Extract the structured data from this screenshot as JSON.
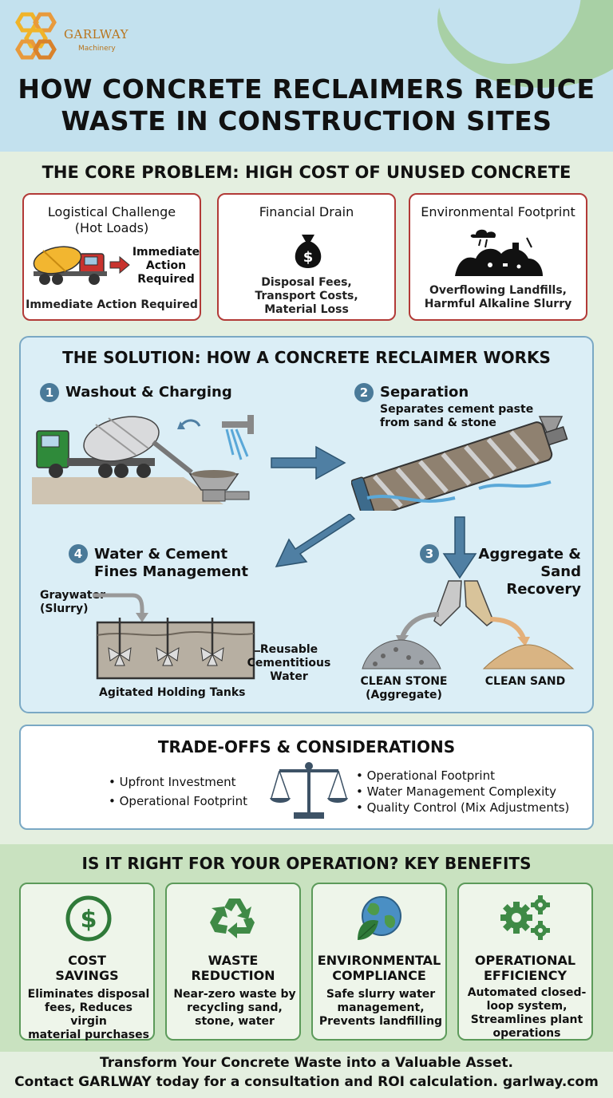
{
  "brand": {
    "name": "GARLWAY",
    "sub": "Machinery"
  },
  "title": {
    "line1": "HOW CONCRETE RECLAIMERS REDUCE",
    "line2": "WASTE IN CONSTRUCTION SITES"
  },
  "problem": {
    "heading": "THE CORE PROBLEM: HIGH COST OF UNUSED CONCRETE",
    "cards": [
      {
        "title_line1": "Logistical Challenge",
        "title_line2": "(Hot Loads)",
        "arrow_line1": "Immediate",
        "arrow_line2": "Action",
        "arrow_line3": "Required",
        "caption": "Immediate Action Required"
      },
      {
        "title": "Financial Drain",
        "line1": "Disposal Fees,",
        "line2": "Transport Costs,",
        "line3": "Material Loss",
        "icon_symbol": "$"
      },
      {
        "title": "Environmental Footprint",
        "line1": "Overflowing Landfills,",
        "line2": "Harmful Alkaline Slurry"
      }
    ]
  },
  "solution": {
    "heading": "THE SOLUTION: HOW A CONCRETE RECLAIMER WORKS",
    "steps": [
      {
        "num": "1",
        "title": "Washout & Charging"
      },
      {
        "num": "2",
        "title": "Separation",
        "desc_line1": "Separates cement paste",
        "desc_line2": "from sand & stone"
      },
      {
        "num": "3",
        "title_line1": "Aggregate &",
        "title_line2": "Sand Recovery",
        "stone_line1": "CLEAN STONE",
        "stone_line2": "(Aggregate)",
        "sand": "CLEAN SAND"
      },
      {
        "num": "4",
        "title_line1": "Water & Cement",
        "title_line2": "Fines Management",
        "gray_line1": "Graywater",
        "gray_line2": "(Slurry)",
        "reuse_line1": "Reusable",
        "reuse_line2": "Cementitious",
        "reuse_line3": "Water",
        "tanks": "Agitated Holding Tanks"
      }
    ]
  },
  "tradeoffs": {
    "heading": "TRADE-OFFS & CONSIDERATIONS",
    "left": [
      "Upfront Investment",
      "Operational Footprint"
    ],
    "right": [
      "Operational Footprint",
      "Water Management Complexity",
      "Quality Control (Mix Adjustments)"
    ]
  },
  "benefits": {
    "heading": "IS IT RIGHT FOR YOUR OPERATION? KEY BENEFITS",
    "cards": [
      {
        "title_line1": "COST",
        "title_line2": "SAVINGS",
        "text_line1": "Eliminates disposal",
        "text_line2": "fees, Reduces virgin",
        "text_line3": "material purchases",
        "icon_symbol": "$"
      },
      {
        "title_line1": "WASTE",
        "title_line2": "REDUCTION",
        "text_line1": "Near-zero waste by",
        "text_line2": "recycling sand,",
        "text_line3": "stone, water"
      },
      {
        "title_line1": "ENVIRONMENTAL",
        "title_line2": "COMPLIANCE",
        "text_line1": "Safe slurry water",
        "text_line2": "management,",
        "text_line3": "Prevents landfilling"
      },
      {
        "title_line1": "OPERATIONAL",
        "title_line2": "EFFICIENCY",
        "text_line1": "Automated closed-",
        "text_line2": "loop system,",
        "text_line3": "Streamlines plant",
        "text_line4": "operations"
      }
    ]
  },
  "footer": {
    "line1": "Transform Your Concrete Waste into a Valuable Asset.",
    "line2": "Contact GARLWAY today for a consultation and ROI calculation. garlway.com"
  },
  "colors": {
    "problem_border": "#b23a37",
    "solution_border": "#7aa8c4",
    "benefit_border": "#5c9a5a",
    "step_badge": "#4a7a99",
    "arrow": "#4f7fa3"
  }
}
